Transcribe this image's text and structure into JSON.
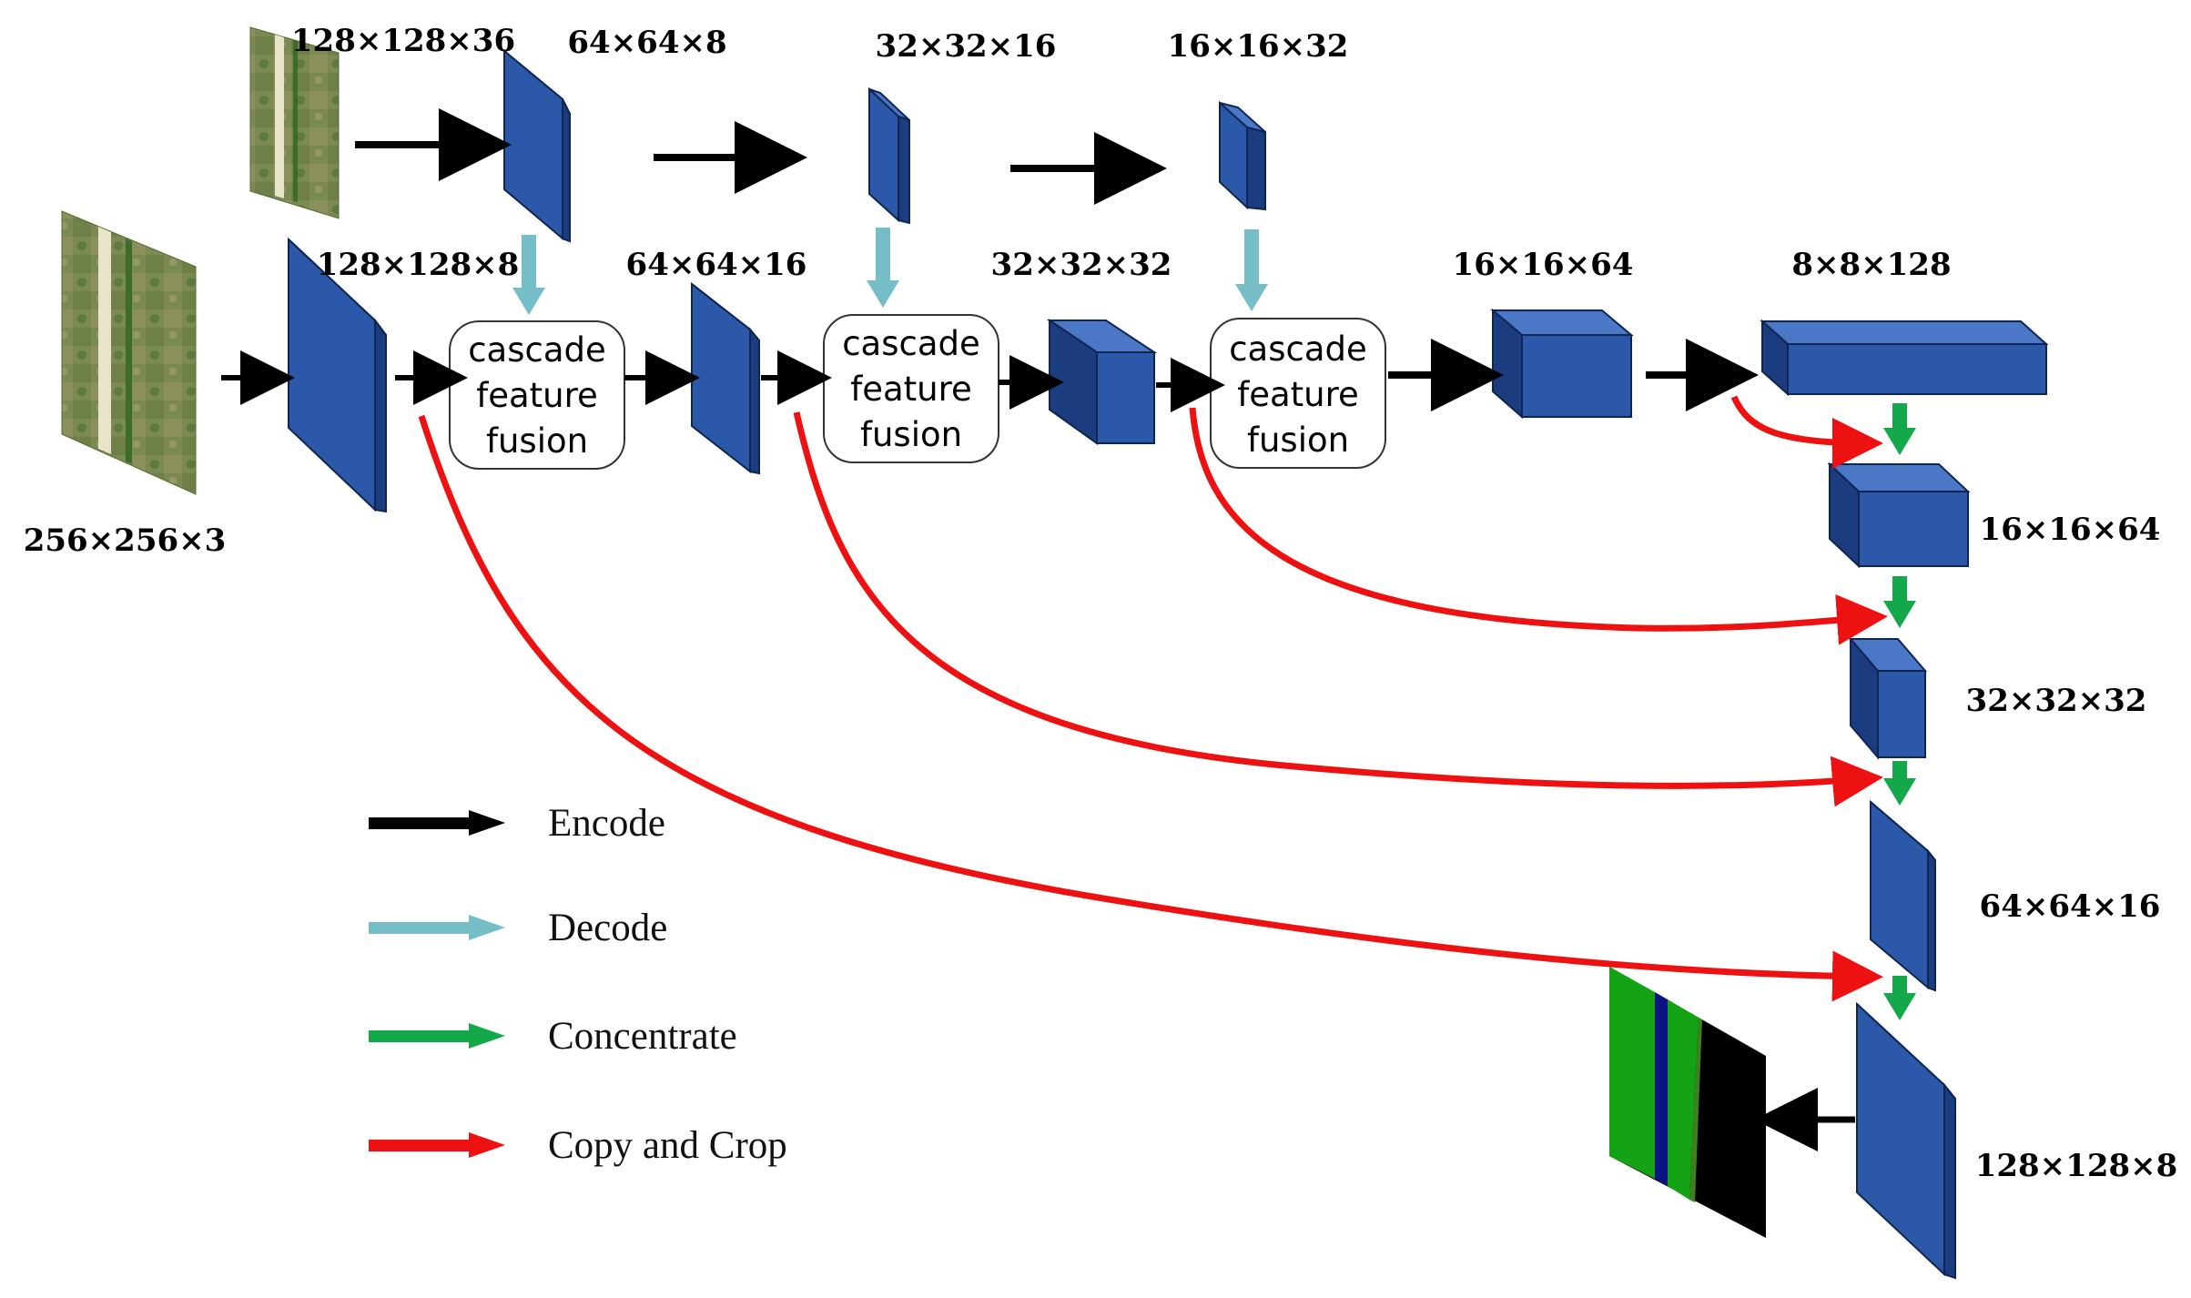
{
  "colors": {
    "block_front": "#2b58a8",
    "block_top": "#4a77c6",
    "block_side": "#1b3c7e",
    "block_edge": "#0f2552",
    "encode": "#000000",
    "decode": "#75bec8",
    "concentrate": "#13a84a",
    "copy_crop": "#ee1111"
  },
  "labels": {
    "input_large": "256×256×3",
    "input_small": "128×128×36",
    "top_1": "64×64×8",
    "top_2": "32×32×16",
    "top_3": "16×16×32",
    "mid_1": "128×128×8",
    "mid_2": "64×64×16",
    "mid_3": "32×32×32",
    "mid_4": "16×16×64",
    "mid_5": "8×8×128",
    "dec_1": "16×16×64",
    "dec_2": "32×32×32",
    "dec_3": "64×64×16",
    "dec_4": "128×128×8"
  },
  "fusion_boxes": [
    {
      "line1": "cascade",
      "line2": "feature",
      "line3": "fusion"
    },
    {
      "line1": "cascade",
      "line2": "feature",
      "line3": "fusion"
    },
    {
      "line1": "cascade",
      "line2": "feature",
      "line3": "fusion"
    }
  ],
  "legend": [
    {
      "label": "Encode",
      "color": "#000000"
    },
    {
      "label": "Decode",
      "color": "#75bec8"
    },
    {
      "label": "Concentrate",
      "color": "#13a84a"
    },
    {
      "label": "Copy and Crop",
      "color": "#ee1111"
    }
  ]
}
